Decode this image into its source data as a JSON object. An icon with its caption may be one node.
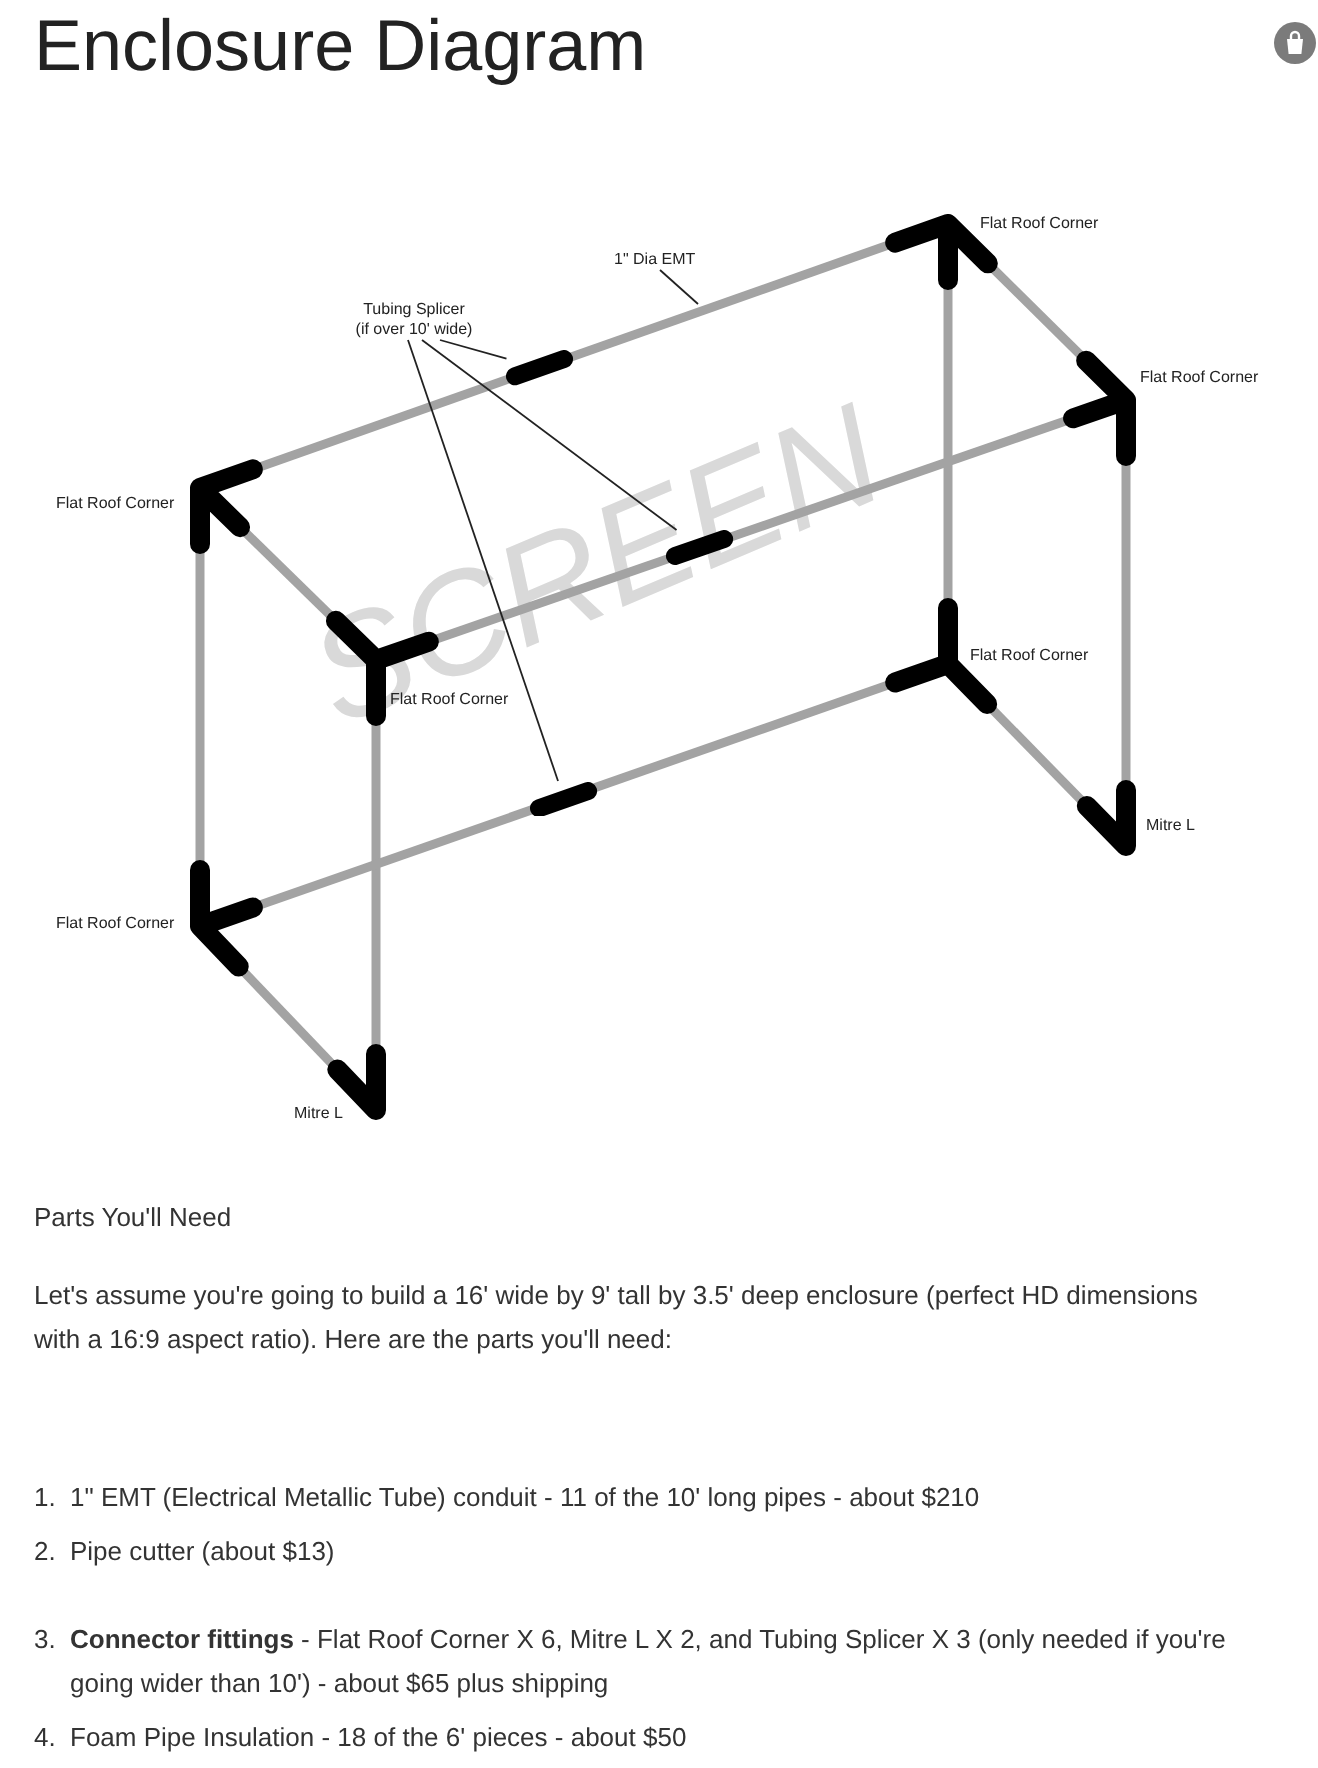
{
  "diagram": {
    "title": "Enclosure Diagram",
    "nodes": [
      {
        "text": [
          "1\" Dia EMT"
        ]
      },
      {
        "text": [
          "Tubing Splicer (if over 10' wide)"
        ]
      },
      {
        "text": [],
        "shape": "bar"
      },
      {
        "text": [],
        "shape": "bar"
      },
      {
        "text": [],
        "shape": "bar"
      }
    ],
    "edges": [
      {
        "from": 0,
        "to": null,
        "arrow": "none"
      },
      {
        "from": 1,
        "to": 2,
        "arrow": "none"
      },
      {
        "from": 1,
        "to": 3,
        "arrow": "none"
      },
      {
        "from": 1,
        "to": 4,
        "arrow": "none"
      }
    ],
    "labels": [
      "Flat Roof Corner",
      "Flat Roof Corner",
      "Flat Roof Corner",
      "SCREEN",
      "Flat Roof Corner",
      "Flat Roof Corner",
      "Mitre L",
      "Flat Roof Corner",
      "Mitre L",
      "Parts You'll Need",
      "Let's assume you're going to build a 16' wide by 9' tall by 3.5' deep enclosure (perfect HD dimensions with a 16:9 aspect ratio). Here are the parts you'll need:",
      "1.",
      "1\" EMT (Electrical Metallic Tube) conduit - 11 of the 10' long pipes - about $210",
      "2.",
      "Pipe cutter (about $13)",
      "3.",
      "**Connector fittings** - Flat Roof Corner X 6, Mitre L X 2, and Tubing Splicer X 3 (only needed if you're going wider than 10') - about $65 plus shipping",
      "4.",
      "Foam Pipe Insulation - 18 of the 6' pieces - about $50"
    ]
  }
}
